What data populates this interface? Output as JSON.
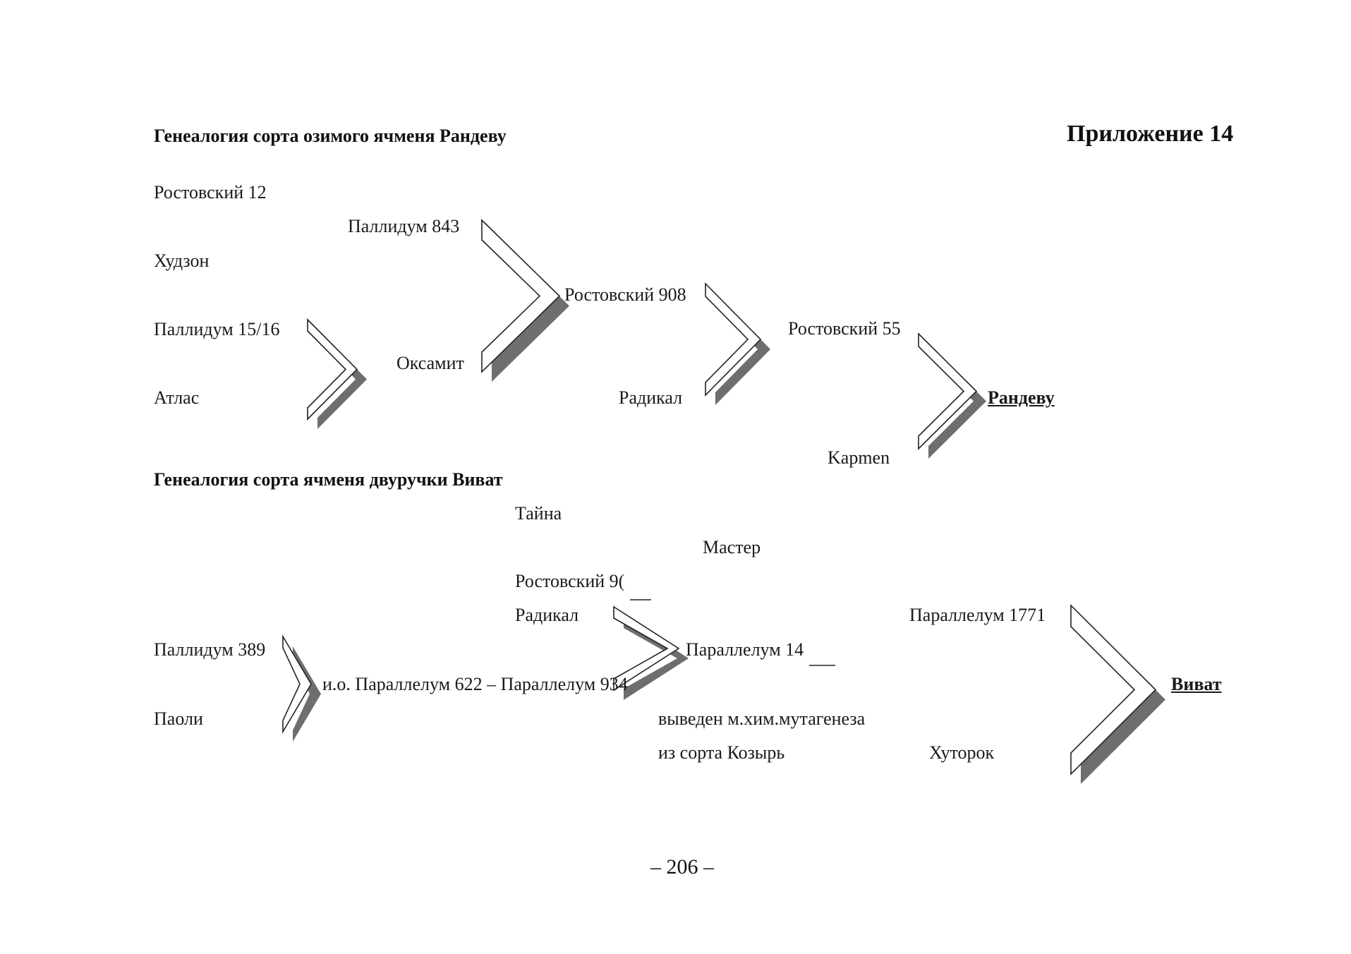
{
  "appendix_title": "Приложение 14",
  "page_number": "– 206 –",
  "diagram1": {
    "title": "Генеалогия сорта озимого ячменя Рандеву",
    "nodes": {
      "rostovsky12": "Ростовский 12",
      "hudzon": "Худзон",
      "pallidum1516": "Паллидум 15/16",
      "atlas": "Атлас",
      "pallidum843": "Паллидум 843",
      "oksamit": "Оксамит",
      "rostovsky908": "Ростовский 908",
      "radikal": "Радикал",
      "rostovsky55": "Ростовский 55",
      "karmen": "Kapmen",
      "randevu": "Рандеву"
    }
  },
  "diagram2": {
    "title": "Генеалогия сорта ячменя двуручки Виват",
    "nodes": {
      "taina": "Тайна",
      "master": "Мастер",
      "rostovsky9": "Ростовский 9(",
      "radikal": "Радикал",
      "parallelum1771": "Параллелум 1771",
      "pallidum389": "Паллидум 389",
      "parallelum14": "Параллелум 14",
      "io_parallelum": "и.о. Параллелум 622 – Параллелум 934",
      "vivat": "Виват",
      "paoli": "Паоли",
      "vyveden": "выведен м.хим.мутагенеза",
      "iz_sorta": "из сорта Козырь",
      "hutorok": "Хуторок"
    }
  }
}
